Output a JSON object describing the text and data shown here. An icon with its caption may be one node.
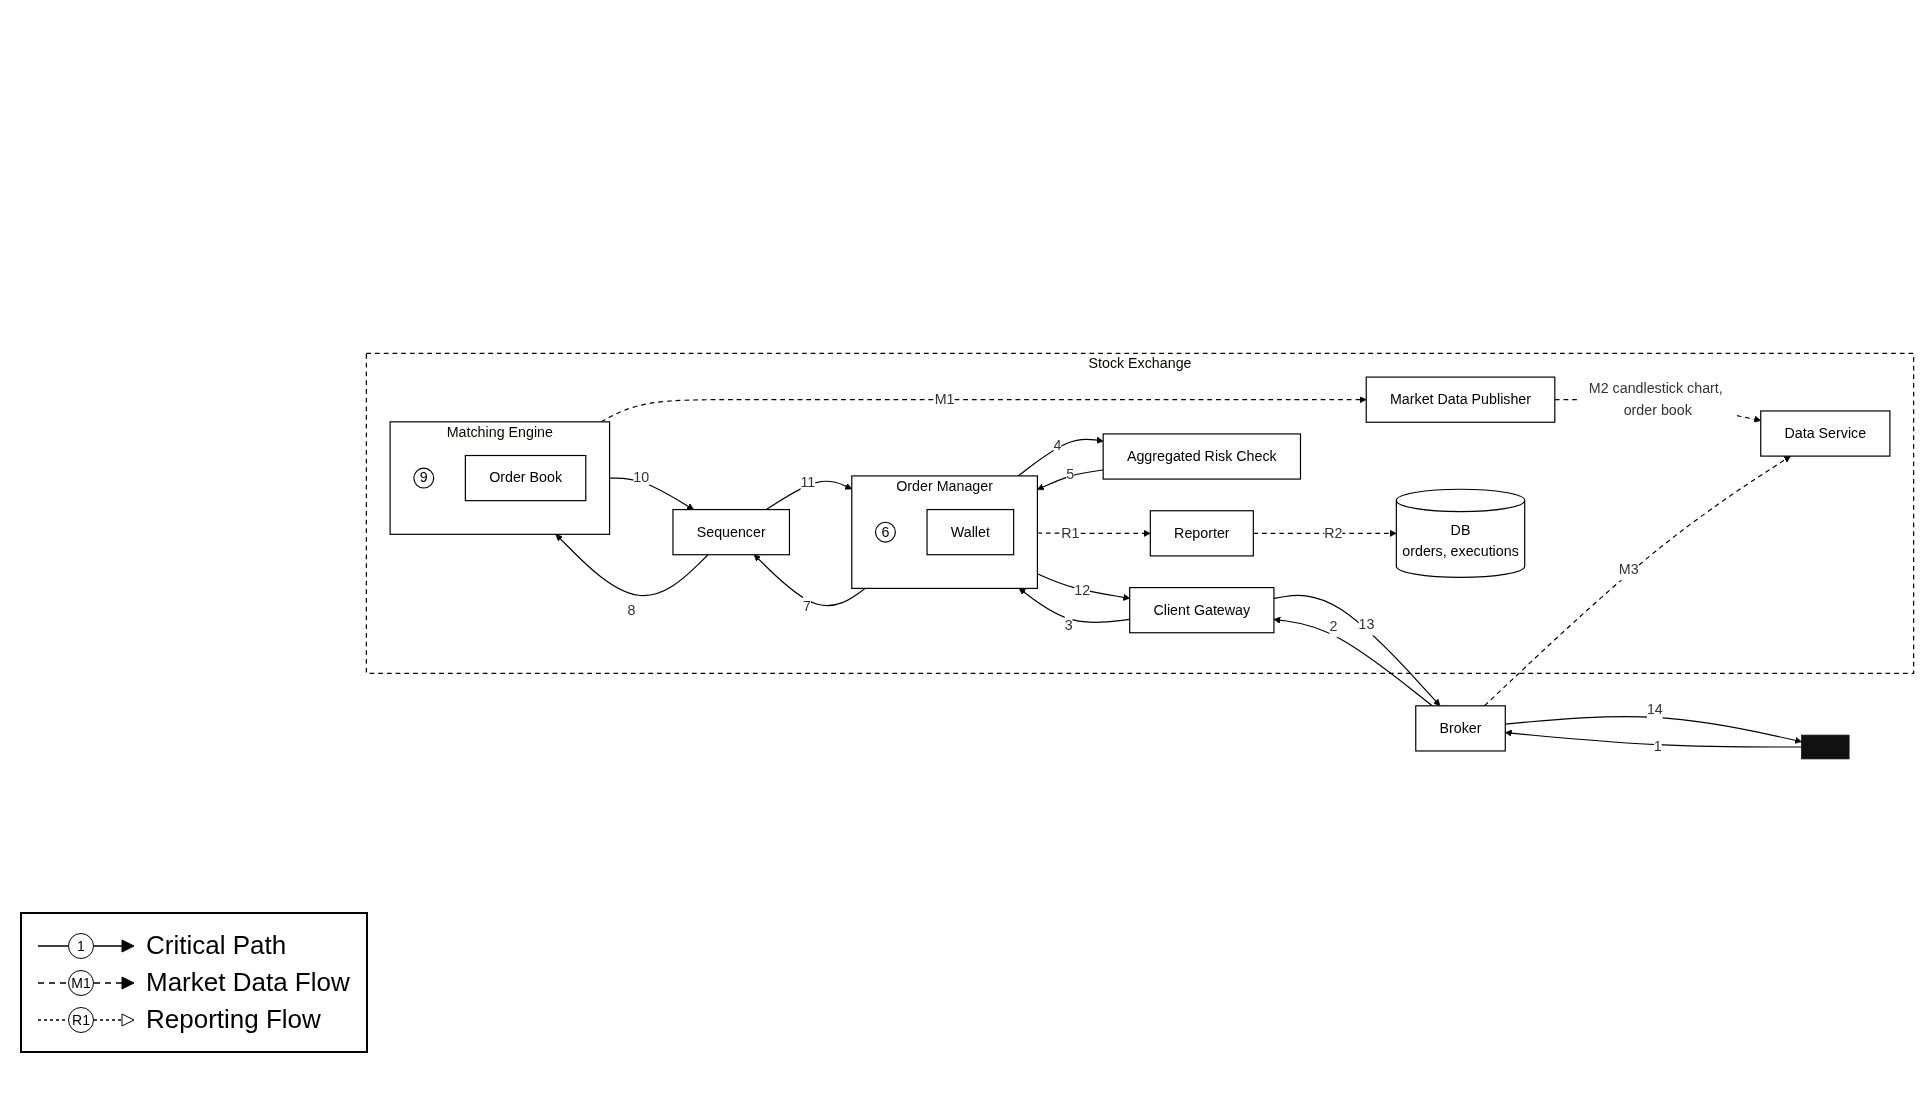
{
  "diagram": {
    "nodes": [
      {
        "text": [
          "Stock Exchange"
        ]
      },
      {
        "text": [],
        "shape": "computer"
      },
      {
        "text": [
          "Broker"
        ]
      },
      {
        "text": [
          "Client Gateway"
        ],
        "in": 0
      },
      {
        "text": [
          "Order Manager"
        ],
        "in": 0
      },
      {
        "text": [
          "6"
        ],
        "in": 4
      },
      {
        "text": [
          "Wallet"
        ],
        "in": 4
      },
      {
        "text": [
          "Aggregated Risk Check"
        ],
        "in": 0
      },
      {
        "text": [
          "Sequencer"
        ],
        "in": 0
      },
      {
        "text": [
          "Matching Engine"
        ],
        "in": 0
      },
      {
        "text": [
          "9"
        ],
        "in": 9
      },
      {
        "text": [
          "Order Book"
        ],
        "in": 9
      },
      {
        "text": [
          "Market Data Publisher"
        ],
        "in": 0
      },
      {
        "text": [
          "Data Service"
        ],
        "in": 0
      },
      {
        "text": [
          "Reporter"
        ],
        "in": 0
      },
      {
        "text": [
          "DB",
          "orders, executions"
        ],
        "in": 0
      }
    ],
    "edges": [
      {
        "from": 1,
        "to": 2,
        "arrow": "to",
        "label": "1"
      },
      {
        "from": 2,
        "to": 1,
        "arrow": "to",
        "label": "14"
      },
      {
        "from": 2,
        "to": 3,
        "arrow": "to",
        "label": "2"
      },
      {
        "from": 3,
        "to": 2,
        "arrow": "to",
        "label": "13"
      },
      {
        "from": 3,
        "to": 4,
        "arrow": "to",
        "label": "3"
      },
      {
        "from": 4,
        "to": 3,
        "arrow": "to",
        "label": "12"
      },
      {
        "from": 4,
        "to": 7,
        "arrow": "to",
        "label": "4"
      },
      {
        "from": 7,
        "to": 4,
        "arrow": "to",
        "label": "5"
      },
      {
        "from": 4,
        "to": 8,
        "arrow": "to",
        "label": "7"
      },
      {
        "from": 8,
        "to": 4,
        "arrow": "to",
        "label": "11"
      },
      {
        "from": 8,
        "to": 9,
        "arrow": "to",
        "label": "8"
      },
      {
        "from": 9,
        "to": 8,
        "arrow": "to",
        "label": "10"
      },
      {
        "from": 9,
        "to": 12,
        "arrow": "to",
        "label": "M1",
        "style": "dashed"
      },
      {
        "from": 12,
        "to": 13,
        "arrow": "to",
        "label": "M2 candlestick chart, order book",
        "style": "dashed"
      },
      {
        "from": 2,
        "to": 13,
        "arrow": "to",
        "label": "M3",
        "style": "dashed"
      },
      {
        "from": 4,
        "to": 14,
        "arrow": "to",
        "label": "R1",
        "style": "dashed"
      },
      {
        "from": 14,
        "to": 15,
        "arrow": "to",
        "label": "R2",
        "style": "dashed"
      }
    ],
    "labels": [
      "1",
      "M1",
      "R1"
    ],
    "legend": [
      {
        "text": "Critical Path"
      },
      {
        "text": "Market Data Flow"
      },
      {
        "text": "Reporting Flow"
      }
    ]
  }
}
